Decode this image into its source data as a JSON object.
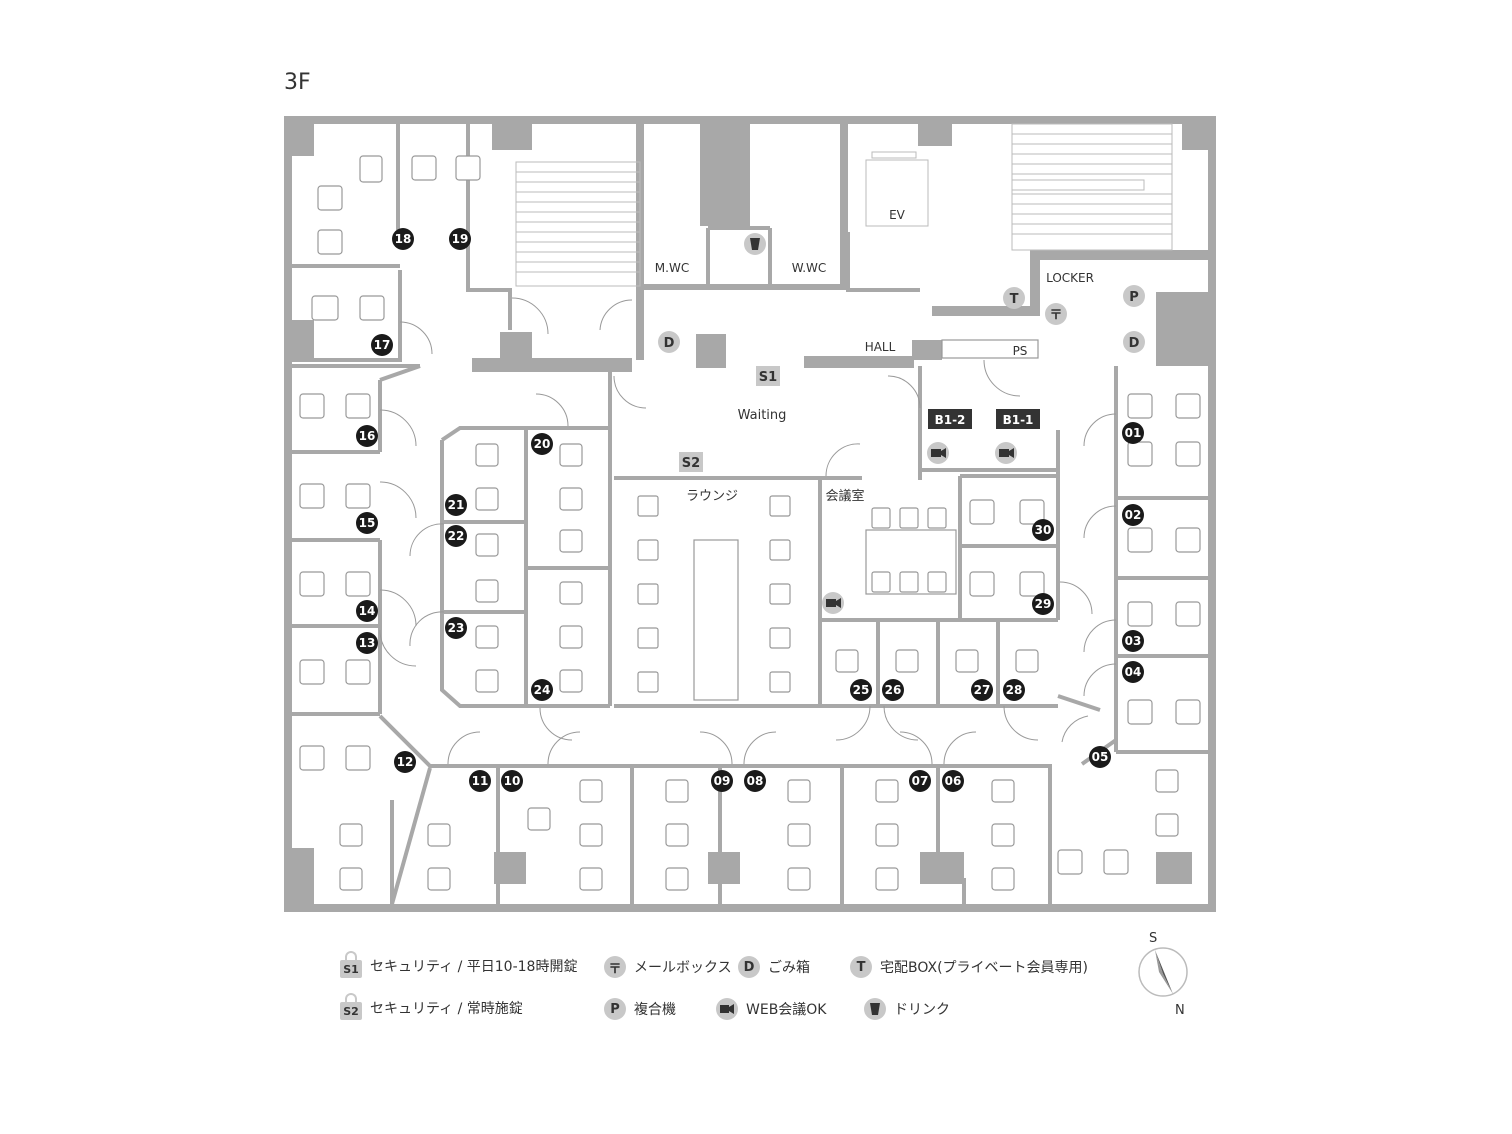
{
  "floor": "3F",
  "areas": {
    "ev": "EV",
    "mwc": "M.WC",
    "wwc": "W.WC",
    "locker": "LOCKER",
    "hall": "HALL",
    "ps": "PS",
    "waiting": "Waiting",
    "lounge": "ラウンジ",
    "meeting": "会議室",
    "booth1": "B1-1",
    "booth2": "B1-2"
  },
  "rooms": [
    "01",
    "02",
    "03",
    "04",
    "05",
    "06",
    "07",
    "08",
    "09",
    "10",
    "11",
    "12",
    "13",
    "14",
    "15",
    "16",
    "17",
    "18",
    "19",
    "20",
    "21",
    "22",
    "23",
    "24",
    "25",
    "26",
    "27",
    "28",
    "29",
    "30"
  ],
  "markers": {
    "s1": "S1",
    "s2": "S2",
    "t": "T",
    "p": "P",
    "d": "D",
    "mail": "〒"
  },
  "legend": {
    "s1_label": "S1",
    "s1": "セキュリティ / 平日10-18時開錠",
    "s2_label": "S2",
    "s2": "セキュリティ / 常時施錠",
    "mail_icon": "〒",
    "mailbox": "メールボックス",
    "d_icon": "D",
    "trash": "ごみ箱",
    "t_icon": "T",
    "delivery": "宅配BOX(プライベート会員専用)",
    "p_icon": "P",
    "copier": "複合機",
    "web": "WEB会議OK",
    "drink": "ドリンク"
  },
  "compass": {
    "s": "S",
    "n": "N"
  },
  "colors": {
    "wall": "#a8a8a8",
    "column": "#9a9a9a",
    "badge": "#1a1a1a",
    "icon_bg": "#c8c8c8"
  }
}
